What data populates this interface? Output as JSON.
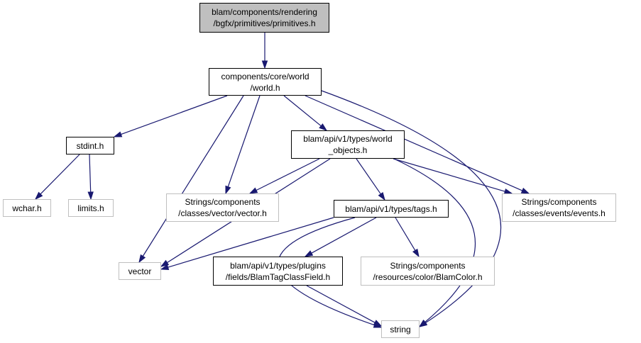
{
  "nodes": {
    "primitives": {
      "label": "blam/components/rendering\n/bgfx/primitives/primitives.h",
      "kind": "root"
    },
    "world": {
      "label": "components/core/world\n/world.h",
      "kind": "internal"
    },
    "stdint": {
      "label": "stdint.h",
      "kind": "internal"
    },
    "world_objects": {
      "label": "blam/api/v1/types/world\n_objects.h",
      "kind": "internal"
    },
    "wchar": {
      "label": "wchar.h",
      "kind": "external"
    },
    "limits": {
      "label": "limits.h",
      "kind": "external"
    },
    "vector_h": {
      "label": "Strings/components\n/classes/vector/vector.h",
      "kind": "external"
    },
    "events": {
      "label": "Strings/components\n/classes/events/events.h",
      "kind": "external"
    },
    "tags": {
      "label": "blam/api/v1/types/tags.h",
      "kind": "internal"
    },
    "vector": {
      "label": "vector",
      "kind": "external"
    },
    "blamtagclassfield": {
      "label": "blam/api/v1/types/plugins\n/fields/BlamTagClassField.h",
      "kind": "internal"
    },
    "blamcolor": {
      "label": "Strings/components\n/resources/color/BlamColor.h",
      "kind": "external"
    },
    "string": {
      "label": "string",
      "kind": "external"
    }
  },
  "edges": [
    [
      "primitives",
      "world"
    ],
    [
      "world",
      "stdint"
    ],
    [
      "world",
      "vector"
    ],
    [
      "world",
      "vector_h"
    ],
    [
      "world",
      "world_objects"
    ],
    [
      "world",
      "events"
    ],
    [
      "world",
      "string"
    ],
    [
      "stdint",
      "wchar"
    ],
    [
      "stdint",
      "limits"
    ],
    [
      "world_objects",
      "vector_h"
    ],
    [
      "world_objects",
      "vector"
    ],
    [
      "world_objects",
      "tags"
    ],
    [
      "world_objects",
      "events"
    ],
    [
      "world_objects",
      "string"
    ],
    [
      "tags",
      "vector"
    ],
    [
      "tags",
      "blamtagclassfield"
    ],
    [
      "tags",
      "blamcolor"
    ],
    [
      "tags",
      "string"
    ],
    [
      "blamtagclassfield",
      "string"
    ]
  ],
  "colors": {
    "edge": "#191970",
    "root_fill": "#bfbfbf",
    "external_border": "#bfbfbf",
    "internal_border": "#000000"
  }
}
